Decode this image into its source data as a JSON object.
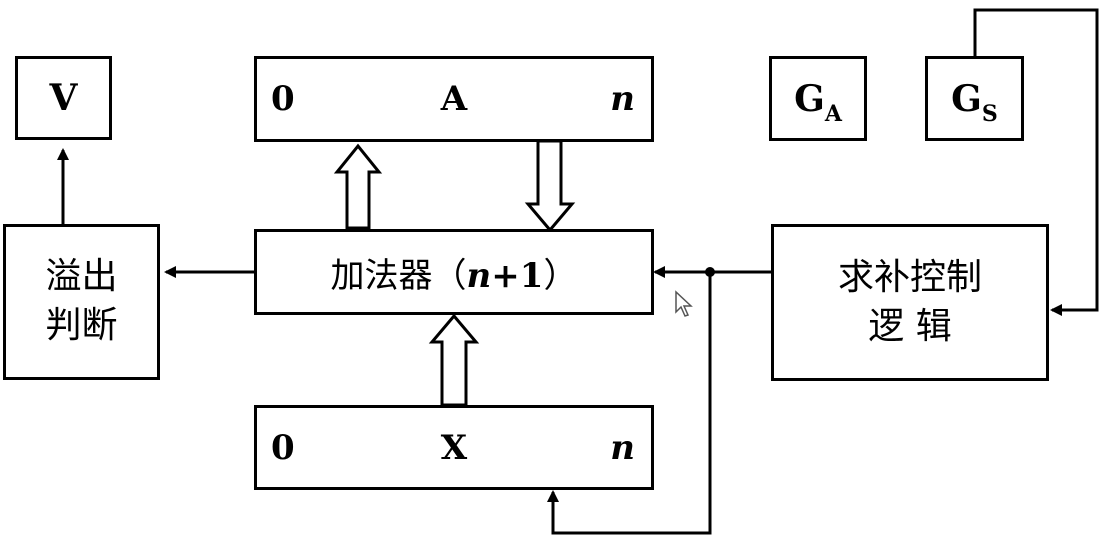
{
  "blocks": {
    "v": {
      "label": "V"
    },
    "register_a": {
      "left": "0",
      "middle": "A",
      "right": "n"
    },
    "ga": {
      "main": "G",
      "sub": "A"
    },
    "gs": {
      "main": "G",
      "sub": "S"
    },
    "overflow": {
      "line1": "溢出",
      "line2": "判断"
    },
    "adder": {
      "prefix": "加法器（",
      "var": "n",
      "plus": "+1",
      "suffix": "）"
    },
    "complement_logic": {
      "line1": "求补控制",
      "line2": "逻 辑"
    },
    "register_x": {
      "left": "0",
      "middle": "X",
      "right": "n"
    }
  },
  "connections": [
    {
      "from": "overflow",
      "to": "v",
      "kind": "single-arrow"
    },
    {
      "from": "adder",
      "to": "overflow",
      "kind": "single-arrow"
    },
    {
      "from": "adder",
      "to": "register_a",
      "kind": "hollow-arrow"
    },
    {
      "from": "register_a",
      "to": "adder",
      "kind": "hollow-arrow"
    },
    {
      "from": "register_x",
      "to": "adder",
      "kind": "hollow-arrow"
    },
    {
      "from": "complement_logic",
      "to": "adder",
      "kind": "single-arrow"
    },
    {
      "from": "complement_logic",
      "to": "register_x",
      "kind": "single-arrow"
    },
    {
      "from": "gs",
      "to": "complement_logic",
      "kind": "single-arrow"
    }
  ],
  "colors": {
    "line": "#000000",
    "background": "#ffffff"
  },
  "icons": {
    "cursor": "mouse-pointer-icon"
  }
}
